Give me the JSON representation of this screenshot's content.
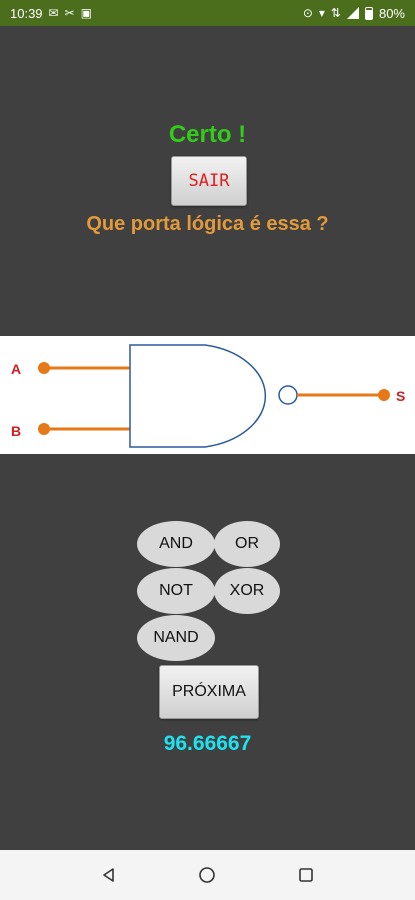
{
  "status_bar": {
    "time": "10:39",
    "battery": "80%",
    "left_icons": [
      "gmail-icon",
      "tools-icon",
      "screen-icon"
    ],
    "right_icons": [
      "vpn-key-icon",
      "wifi-icon",
      "data-icon",
      "signal-icon",
      "battery-icon"
    ]
  },
  "quiz": {
    "result": "Certo !",
    "exit_label": "SAIR",
    "question": "Que porta lógica é essa ?"
  },
  "gate": {
    "input_a": "A",
    "input_b": "B",
    "output": "S"
  },
  "options": [
    "AND",
    "OR",
    "NOT",
    "XOR",
    "NAND"
  ],
  "next_label": "PRÓXIMA",
  "score": "96.66667",
  "colors": {
    "status_bar": "#4b6e1d",
    "background": "#404040",
    "result": "#33cc1a",
    "question": "#e29a3a",
    "exit_text": "#e02020",
    "score": "#1fe3f0",
    "wire": "#e67817",
    "gate_outline": "#2a5aa0"
  },
  "nav": [
    "back-icon",
    "home-icon",
    "recents-icon"
  ]
}
